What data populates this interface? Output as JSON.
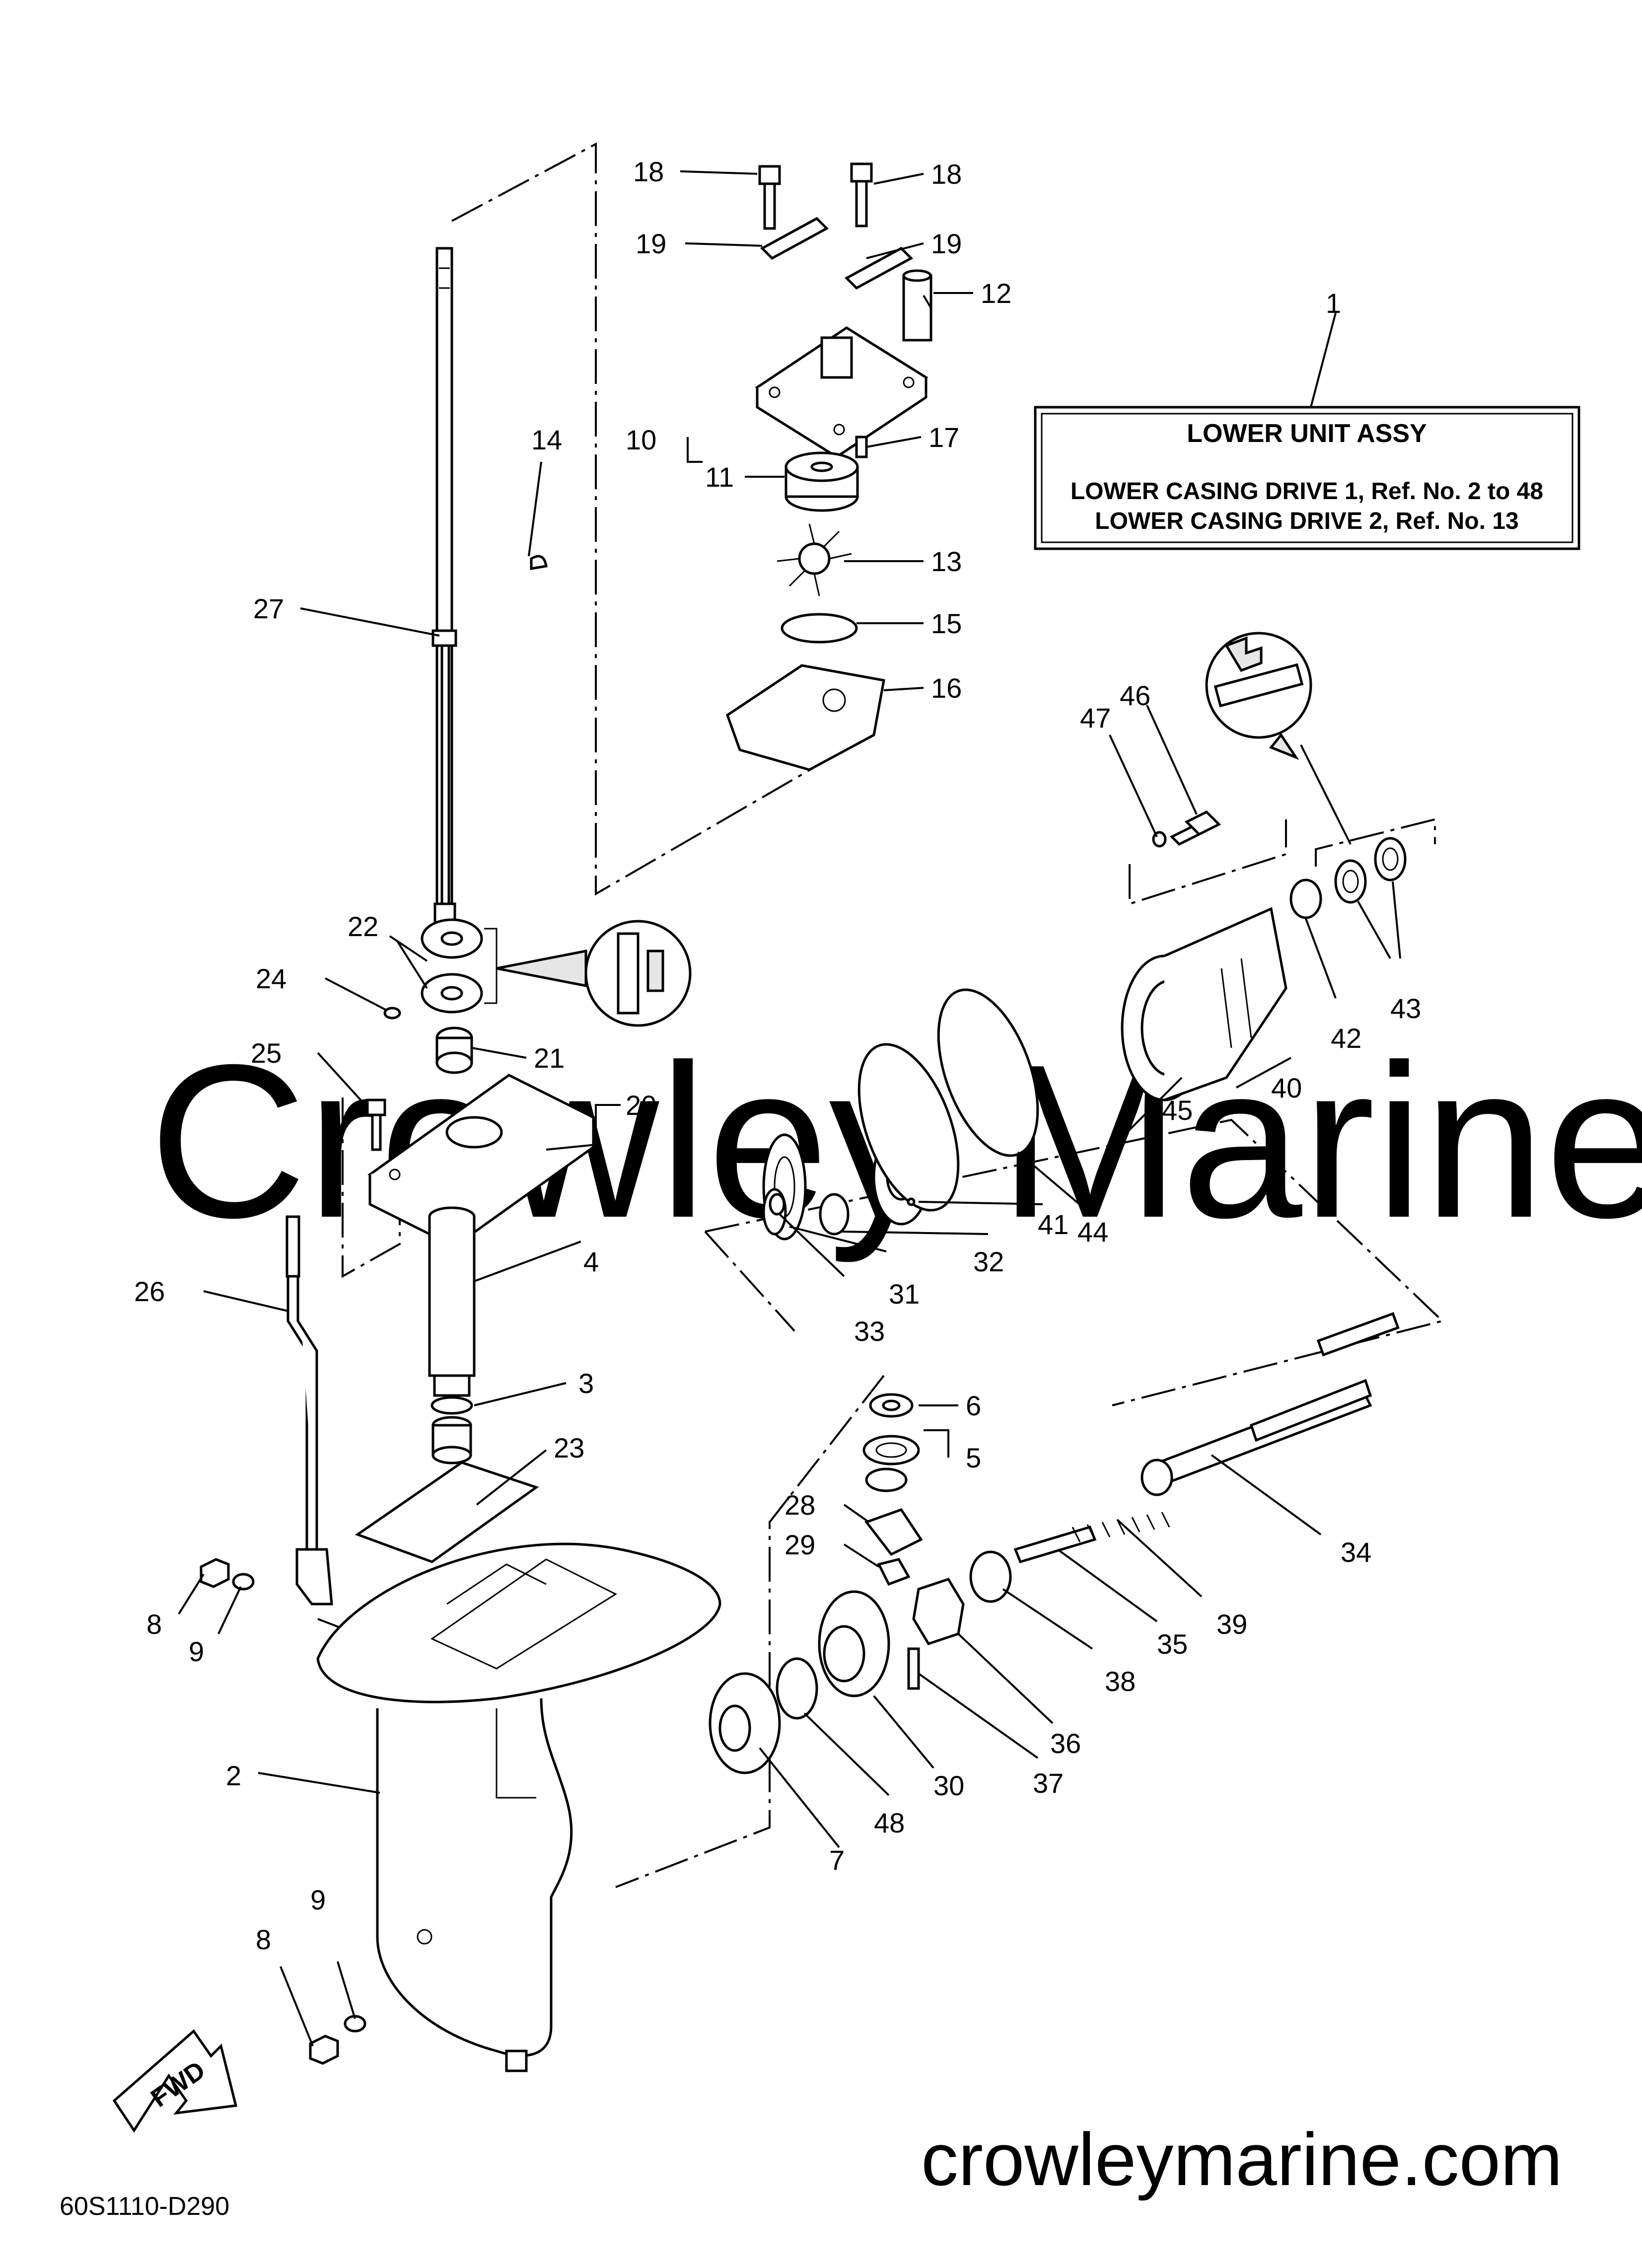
{
  "info_box": {
    "title": "LOWER UNIT ASSY",
    "line1": "LOWER CASING DRIVE 1, Ref. No. 2 to 48",
    "line2": "LOWER CASING DRIVE 2, Ref. No. 13"
  },
  "diagram_code": "60S1110-D290",
  "watermark": "Crowley Marine",
  "website": "crowleymarine.com",
  "fwd_label": "FWD",
  "callouts": {
    "c1": "1",
    "c2": "2",
    "c3": "3",
    "c4": "4",
    "c5": "5",
    "c6": "6",
    "c7": "7",
    "c8a": "8",
    "c8b": "8",
    "c9a": "9",
    "c9b": "9",
    "c10": "10",
    "c11": "11",
    "c12": "12",
    "c13": "13",
    "c14": "14",
    "c15": "15",
    "c16": "16",
    "c17": "17",
    "c18a": "18",
    "c18b": "18",
    "c19a": "19",
    "c19b": "19",
    "c20": "20",
    "c21": "21",
    "c22": "22",
    "c23": "23",
    "c24": "24",
    "c25": "25",
    "c26": "26",
    "c27": "27",
    "c28": "28",
    "c29": "29",
    "c30": "30",
    "c31": "31",
    "c32": "32",
    "c33": "33",
    "c34": "34",
    "c35": "35",
    "c36": "36",
    "c37": "37",
    "c38": "38",
    "c39": "39",
    "c40": "40",
    "c41": "41",
    "c42": "42",
    "c43": "43",
    "c44": "44",
    "c45": "45",
    "c46": "46",
    "c47": "47",
    "c48": "48"
  }
}
